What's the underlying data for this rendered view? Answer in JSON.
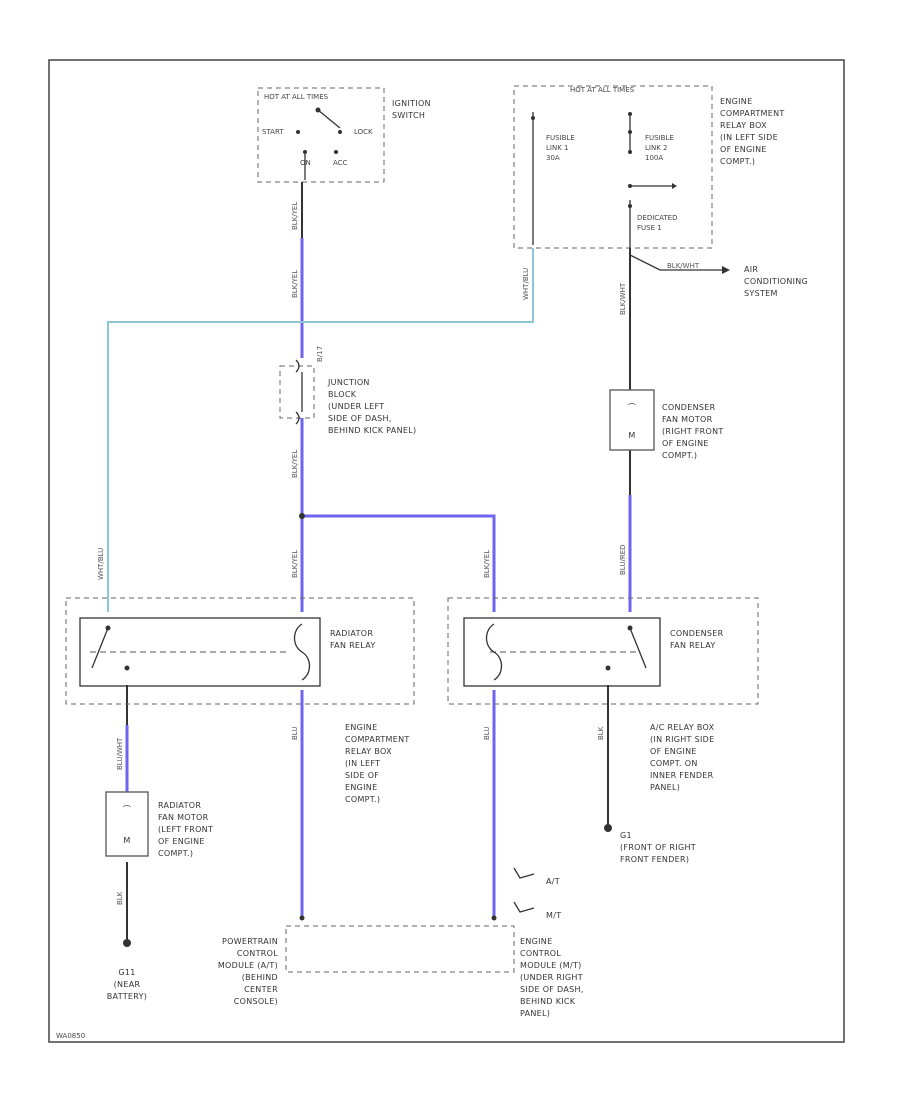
{
  "ignition_switch": {
    "box_title": "HOT AT ALL TIMES",
    "label_lines": [
      "IGNITION",
      "SWITCH"
    ],
    "pos_start": "START",
    "pos_lock": "LOCK",
    "pos_on": "ON",
    "pos_acc": "ACC"
  },
  "fuse_box": {
    "box_title": "HOT AT ALL TIMES",
    "fusible_link_1": [
      "FUSIBLE",
      "LINK 1",
      "30A"
    ],
    "fusible_link_2": [
      "FUSIBLE",
      "LINK 2",
      "100A"
    ],
    "dedicated_fuse": [
      "DEDICATED",
      "FUSE 1"
    ],
    "label_lines": [
      "ENGINE",
      "COMPARTMENT",
      "RELAY BOX",
      "(IN LEFT SIDE",
      "OF ENGINE",
      "COMPT.)"
    ]
  },
  "ac_system_ref": {
    "wire": "BLK/WHT",
    "label_lines": [
      "AIR",
      "CONDITIONING",
      "SYSTEM"
    ]
  },
  "junction_block": {
    "pin": "B/17",
    "label_lines": [
      "JUNCTION",
      "BLOCK",
      "(UNDER LEFT",
      "SIDE OF DASH,",
      "BEHIND KICK PANEL)"
    ]
  },
  "condenser_motor": {
    "label_lines": [
      "CONDENSER",
      "FAN MOTOR",
      "(RIGHT FRONT",
      "OF ENGINE",
      "COMPT.)"
    ]
  },
  "radiator_relay": {
    "label_lines": [
      "RADIATOR",
      "FAN RELAY"
    ]
  },
  "condenser_relay": {
    "label_lines": [
      "CONDENSER",
      "FAN RELAY"
    ]
  },
  "relay_box_left": {
    "label_lines": [
      "ENGINE",
      "COMPARTMENT",
      "RELAY BOX",
      "(IN LEFT",
      "SIDE OF",
      "ENGINE",
      "COMPT.)"
    ]
  },
  "relay_box_right": {
    "label_lines": [
      "A/C RELAY BOX",
      "(IN RIGHT SIDE",
      "OF ENGINE",
      "COMPT. ON",
      "INNER FENDER",
      "PANEL)"
    ]
  },
  "radiator_motor": {
    "label_lines": [
      "RADIATOR",
      "FAN MOTOR",
      "(LEFT FRONT",
      "OF ENGINE",
      "COMPT.)"
    ]
  },
  "ground_g1": {
    "label_lines": [
      "G1",
      "(FRONT OF RIGHT",
      "FRONT FENDER)"
    ]
  },
  "ground_g11": {
    "label_lines": [
      "G11",
      "(NEAR",
      "BATTERY)"
    ]
  },
  "pcm": {
    "label_lines": [
      "POWERTRAIN",
      "CONTROL",
      "MODULE (A/T)",
      "(BEHIND",
      "CENTER",
      "CONSOLE)"
    ]
  },
  "ecm": {
    "label_lines": [
      "ENGINE",
      "CONTROL",
      "MODULE (M/T)",
      "(UNDER RIGHT",
      "SIDE OF DASH,",
      "BEHIND KICK",
      "PANEL)"
    ]
  },
  "transmission_legend": {
    "at": "A/T",
    "mt": "M/T"
  },
  "wire_colors": {
    "ign_out": "BLK/YEL",
    "jb_in": "BLK/YEL",
    "fl1_out": "WHT/BLU",
    "rad_feed": "WHT/BLU",
    "df_out": "BLK/WHT",
    "cond_motor_out": "BLU/RED",
    "jb_out": "BLK/YEL",
    "relay_coil_l": "BLK/YEL",
    "relay_coil_r": "BLK/YEL",
    "rad_sw_out": "BLU/WHT",
    "rad_motor_gnd": "BLK",
    "rad_ctrl": "BLU",
    "cond_ctrl": "BLU",
    "cond_gnd": "BLK"
  },
  "footer_code": "WA0850"
}
